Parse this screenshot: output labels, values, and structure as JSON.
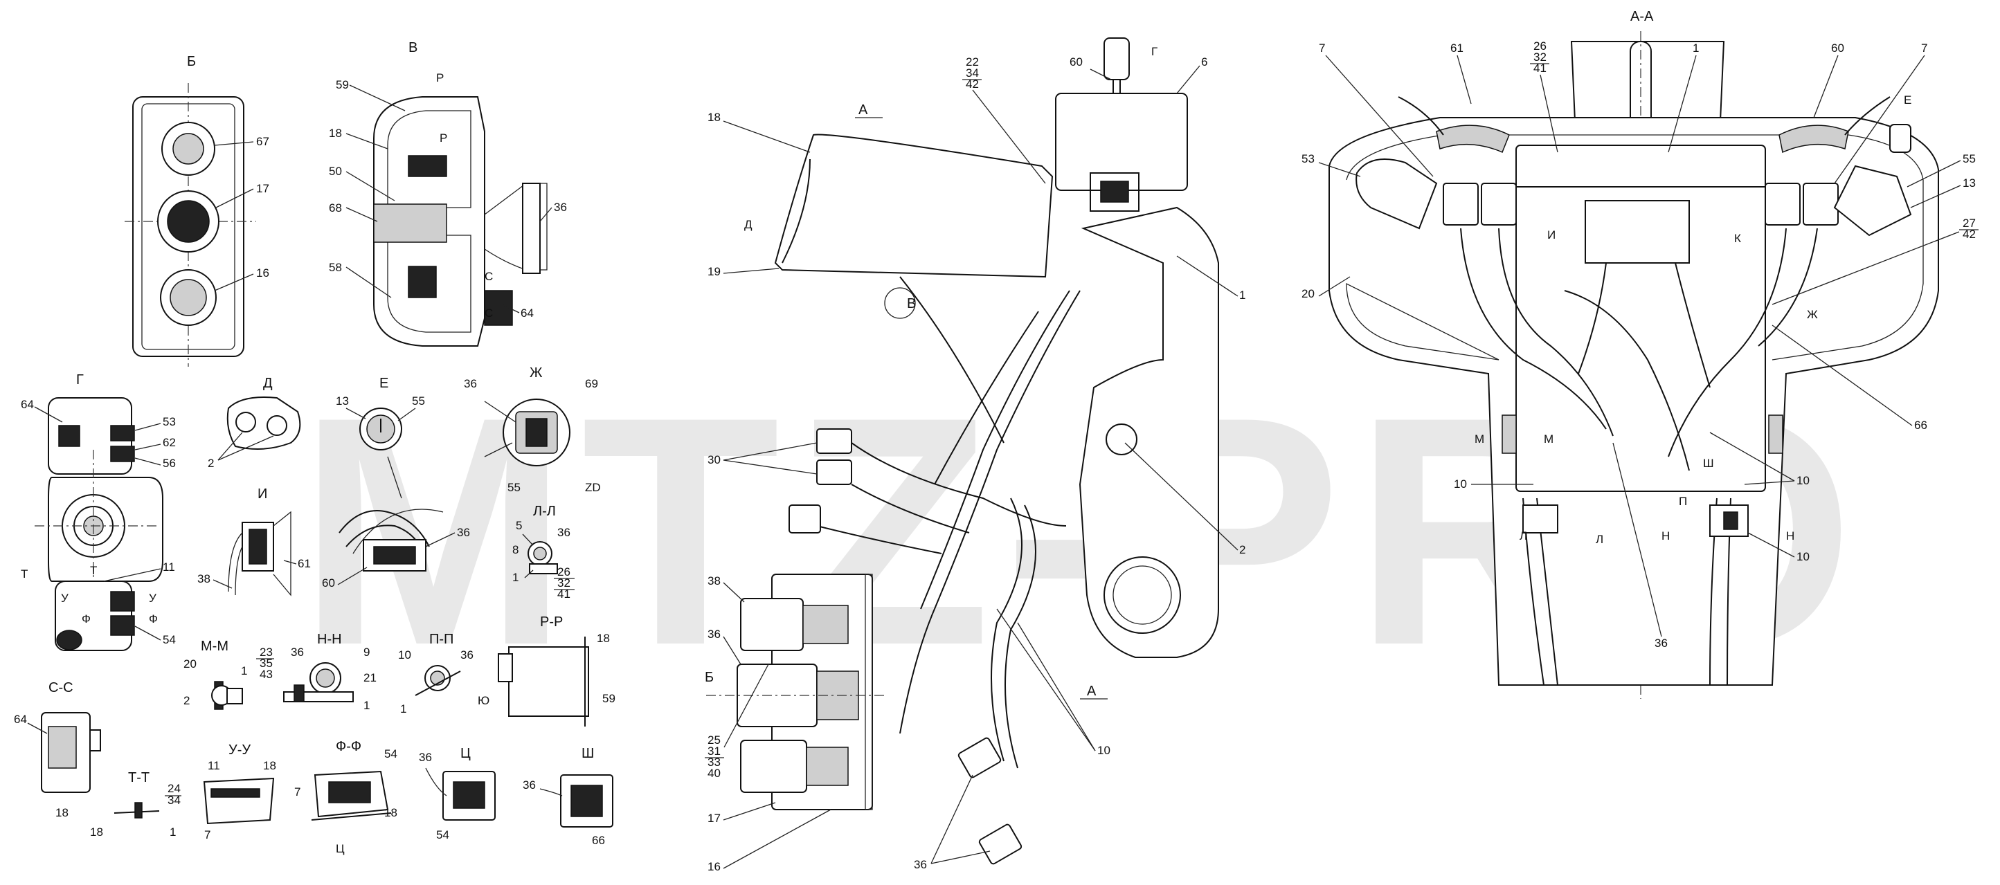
{
  "watermark": "MTZ-PRO",
  "views": {
    "b": "Б",
    "v": "В",
    "g": "Г",
    "d": "Д",
    "e": "Е",
    "zh": "Ж",
    "i": "И",
    "ll": "Л-Л",
    "mm": "М-М",
    "nn": "Н-Н",
    "pp": "П-П",
    "rr": "Р-Р",
    "ss": "С-С",
    "tt": "Т-Т",
    "uu": "У-У",
    "ff": "Ф-Ф",
    "ts": "Ц",
    "sh": "Ш",
    "aa": "А-А"
  },
  "markers": {
    "a": "А",
    "d": "Д",
    "v": "В",
    "g": "Г",
    "b": "Б",
    "r": "Р",
    "s": "С",
    "t": "Т",
    "u": "У",
    "f": "Ф",
    "yu": "Ю",
    "m": "М",
    "l": "Л",
    "n": "Н",
    "k": "К",
    "p": "П",
    "zh": "Ж",
    "e": "Е",
    "i": "И",
    "sh": "Ш",
    "zd": "ZD"
  },
  "callouts": {
    "c1": "1",
    "c2": "2",
    "c5": "5",
    "c6": "6",
    "c7": "7",
    "c8": "8",
    "c9": "9",
    "c10": "10",
    "c11": "11",
    "c13": "13",
    "c16": "16",
    "c17": "17",
    "c18": "18",
    "c19": "19",
    "c20": "20",
    "c21": "21",
    "c30": "30",
    "c36": "36",
    "c38": "38",
    "c50": "50",
    "c53": "53",
    "c54": "54",
    "c55": "55",
    "c56": "56",
    "c58": "58",
    "c59": "59",
    "c60": "60",
    "c61": "61",
    "c62": "62",
    "c64": "64",
    "c66": "66",
    "c67": "67",
    "c68": "68",
    "c69": "69",
    "s22": "22",
    "s34": "34",
    "s42": "42",
    "s23": "23",
    "s35": "35",
    "s43": "43",
    "s24": "24",
    "s34b": "34",
    "s25": "25",
    "s31": "31",
    "s33": "33",
    "s40": "40",
    "s26": "26",
    "s32": "32",
    "s41": "41",
    "s27": "27",
    "s42b": "42"
  }
}
